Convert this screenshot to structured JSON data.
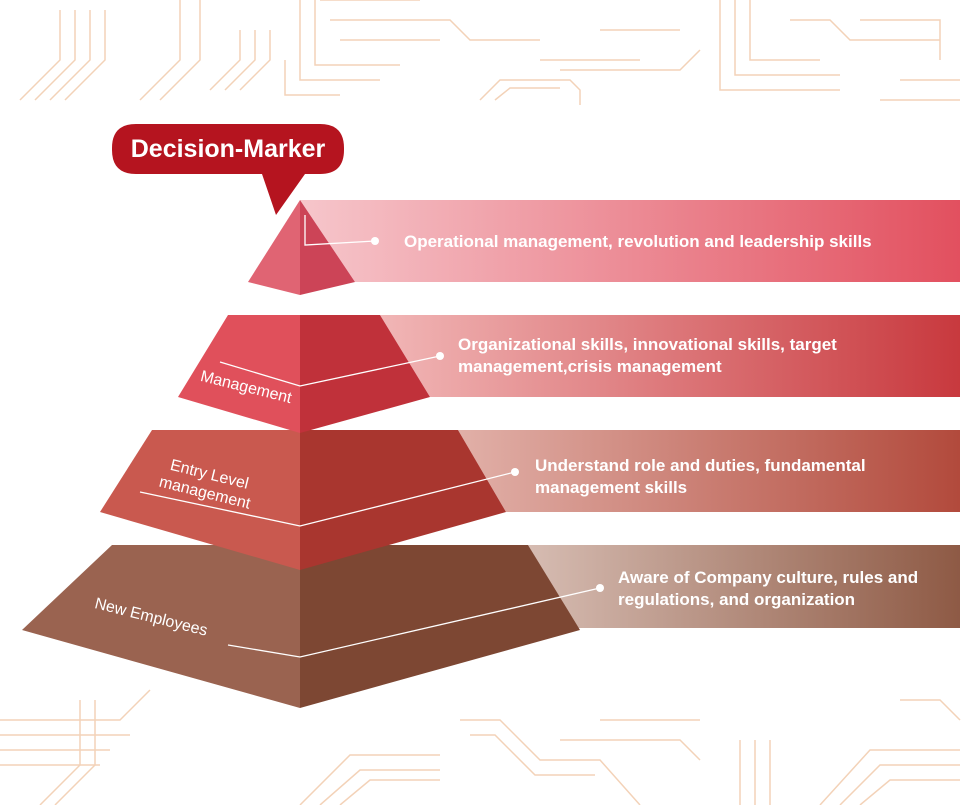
{
  "callout": {
    "label": "Decision-Marker"
  },
  "tiers": [
    {
      "name": "",
      "description": "Operational management, revolution and leadership skills"
    },
    {
      "name": "Management",
      "description": "Organizational skills, innovational skills, target management,crisis management"
    },
    {
      "name": "Entry Level management",
      "description": "Understand role and duties, fundamental management skills"
    },
    {
      "name": "New Employees",
      "description": "Aware of Company culture, rules and regulations, and organization"
    }
  ],
  "colors": {
    "tier1_front": "#e06473",
    "tier1_side": "#cc4457",
    "tier1_strip": "#e2505f",
    "tier2_front": "#e0505b",
    "tier2_side": "#c0313a",
    "tier2_strip": "#c8393e",
    "tier3_front": "#c9594f",
    "tier3_side": "#a9362f",
    "tier3_strip": "#b24a3c",
    "tier4_front": "#9a6350",
    "tier4_side": "#7d4733",
    "tier4_strip": "#8e5a45",
    "callout": "#b5141f",
    "circuit": "#f3d2b8"
  }
}
